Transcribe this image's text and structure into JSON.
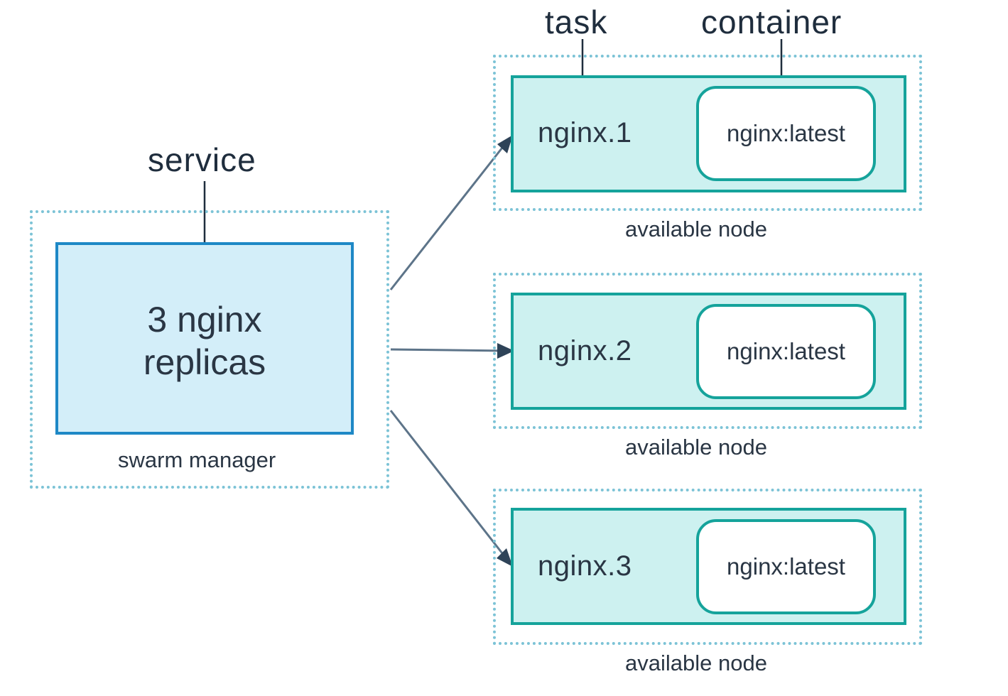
{
  "callouts": {
    "task": "task",
    "container": "container",
    "service": "service"
  },
  "manager": {
    "service_line1": "3 nginx",
    "service_line2": "replicas",
    "caption": "swarm manager"
  },
  "nodes": [
    {
      "task": "nginx.1",
      "container": "nginx:latest",
      "caption": "available node"
    },
    {
      "task": "nginx.2",
      "container": "nginx:latest",
      "caption": "available node"
    },
    {
      "task": "nginx.3",
      "container": "nginx:latest",
      "caption": "available node"
    }
  ],
  "colors": {
    "dotted_border": "#7cc3d6",
    "manager_fill": "#d3eef9",
    "manager_border": "#1e88c6",
    "task_fill": "#cdf1f0",
    "task_border": "#15a39b",
    "arrow": "#5d7489"
  }
}
